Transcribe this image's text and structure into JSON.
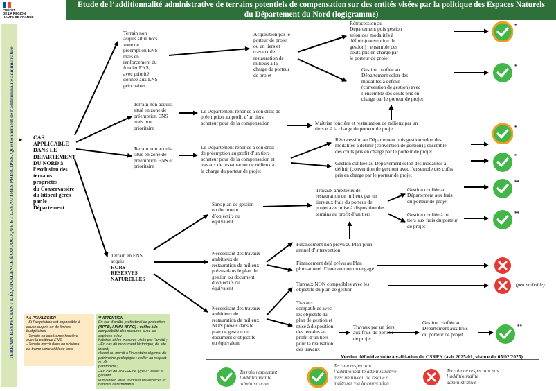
{
  "logo": {
    "lines": [
      "PRÉFET",
      "DE LA RÉGION",
      "HAUTS-DE-FRANCE"
    ]
  },
  "header": {
    "title_line1": "Etude de l’additionnalité administrative de terrains potentiels de compensation sur des entités  visées par la politique des Espaces Naturels",
    "title_line2": "du Département du Nord (logigramme)"
  },
  "sidebar": {
    "text": "TERRAIN RESPECTANT L’ÉQUIVALENCE ÉCOLOGIQUE ET LES AUTRES PRINCIPES. Questionnement de l’additionnalité administrative",
    "bullet": "►"
  },
  "nodes": {
    "root": [
      "CAS APPLICABLE",
      "DANS LE",
      "DÉPARTEMENT",
      "DU NORD à",
      "l’exclusion des",
      "terrains propriétés",
      "du Conservatoire",
      "du littoral gérés",
      "par le Département"
    ],
    "b1": [
      "Terrain non",
      "acquis situé hors",
      "zone de",
      "préemption ENS",
      "mais en",
      "renforcement du",
      "foncier ENS,",
      "avec priorité",
      "donnée aux ENS",
      "prioritaires"
    ],
    "b1a": [
      "Acquisition par le",
      "porteur de projet",
      "ou un tiers et",
      "travaux de",
      "restauration de",
      "milieux à la",
      "charge du porteur",
      "de projet"
    ],
    "b1r1": [
      "Rétrocession au",
      "Département puis gestion",
      "selon des modalités à",
      "définir (convention de",
      "gestion) ; ensemble des",
      "coûts pris en charge par",
      "le porteur de projet"
    ],
    "b1r2": [
      "Gestion confiée au",
      "Département selon des",
      "modalités à définir",
      "(convention de gestion) avec",
      "l’ensemble des coûts pris en",
      "charge par le porteur de projet"
    ],
    "b2": [
      "Terrain non acquis,",
      "situé en zone de",
      "préemption ENS",
      "mais non",
      "prioritaire"
    ],
    "b2a": [
      "Le Département renonce à son droit de",
      "préemption au profit d’un tiers",
      "acheteur pour de la compensation"
    ],
    "b2r": [
      "Maîtrise foncière et restauration de milieux par un",
      "tiers et à la charge du porteur de projet"
    ],
    "b3": [
      "Terrain non acquis,",
      "situé en zone de",
      "préemption ENS et",
      "prioritaire"
    ],
    "b3a": [
      "Le Département renonce à son droit",
      "de préemption au profit d’un tiers",
      "acheteur pour de la compensation et",
      "travaux de restauration de milieux à",
      "la charge du porteur de projet"
    ],
    "b3r1": [
      "Rétrocession au Département puis gestion selon des",
      "modalités à définir (convention de gestion) ; ensemble",
      "des coûts pris en charge par le porteur de projet"
    ],
    "b3r2": [
      "Gestion confiée au Département selon des modalités à",
      "définir (convention de gestion) avec l’ensemble des coûts",
      "pris en charge par le porteur de projet"
    ],
    "b4_prefix": [
      "Terrain en ENS",
      "acquis"
    ],
    "b4_bold": [
      "HORS",
      "RÉSERVES",
      "NATURELLES"
    ],
    "b4a": [
      "Sans plan de gestion",
      "ou document",
      "d’objectifs ou",
      "équivalent"
    ],
    "b4a1": [
      "Travaux ambitieux de",
      "restauration de milieux par un",
      "tiers aux frais du porteur de",
      "projet avec mise à disposition des",
      "terrains au profit d’un tiers"
    ],
    "b4a1r1": [
      "Gestion confiée au",
      "Département aux frais",
      "du porteur de projet"
    ],
    "b4a1r2": [
      "Gestion confiée à un",
      "tiers aux frais du porteur",
      "de projet"
    ],
    "b4b": [
      "Nécessitant des travaux",
      "ambitieux de",
      "restauration de milieux",
      "prévus dans le plan de",
      "gestion ou document",
      "d’objectifs ou",
      "équivalent"
    ],
    "b4b1": [
      "Financement non prévu au Plan pluri-",
      "annuel d’intervention"
    ],
    "b4b2": [
      "Financement déjà prévu au Plan",
      "pluri-annuel d’intervention ou engagé"
    ],
    "b4c": [
      "Nécessitant des travaux",
      "ambitieux de",
      "restauration de milieux",
      "NON prévus dans le",
      "plan de gestion ou",
      "document d’objectifs",
      "ou équivalent"
    ],
    "b4c1": [
      "Travaux NON compatibles avec les",
      "objectifs du plan de gestion"
    ],
    "b4c2": [
      "Travaux",
      "compatibles avec",
      "les objectifs du",
      "plan de gestion et",
      "mise à disposition",
      "des terrains au",
      "profit d’un tiers",
      "pour la réalisation",
      "des travaux"
    ],
    "b4c2a": [
      "Travaux par un tiers",
      "aux frais du porteur",
      "de projet"
    ],
    "b4c2r": [
      "Gestion confiée au",
      "Département aux frais",
      "du porteur de projet"
    ]
  },
  "marks": {
    "star": "*",
    "double_star": "**",
    "peu_probable": "(peu probable)"
  },
  "notes": {
    "pink_title": "* A PRIVILÉGIER",
    "pink_lines": [
      "- Si l’acquisition est impossible à",
      "cause du prix ou de limites",
      "budgétaires",
      "- Terrain en cohérence foncière",
      "avec la politique ENS",
      "- Terrain inscrit dans un schéma",
      "de trame verte et bleue local"
    ],
    "green_title": "** ATTENTION",
    "green_lines": [
      "En cas d’arrêté préfectoral de protection",
      "(APPB, APHN, APPG) : veiller à la",
      "compatibilité des mesures avec les espèces et/ou",
      "habitats et les mesures visés par l’arrêté ;",
      "- En cas de monument historique, de site inscrit,",
      "classé ou inscrit à l’inventaire régional du",
      "patrimoine géologique : veiller au respect du dit",
      "patrimoine ;",
      "- En cas de ZNIEFF de type I : veiller à garantir",
      "le maintien voire favoriser les espèces et",
      "habitats déterminants"
    ]
  },
  "version": "Version définitive suite à validation du CSRPN (avis 2025-01, séance du 05/02/2025)",
  "legend": {
    "green": [
      "Terrain respectant",
      "l’additionnalité",
      "administrative"
    ],
    "orange": [
      "Terrain respectant",
      "l’additionnalité administrative",
      "avec un niveau de risque à",
      "maîtriser via la convention"
    ],
    "red": [
      "Terrain ne respectant pas",
      "l’additionnalité",
      "administrative"
    ]
  },
  "colors": {
    "header_green": "#2f6f3a",
    "ok_green": "#43b649",
    "risk_orange": "#f39c1f",
    "no_red": "#e53935",
    "side_green": "#d9e7b8",
    "side_text": "#2d3e8c",
    "note_pink": "#fde9c4",
    "note_green": "#cfe6b0"
  }
}
